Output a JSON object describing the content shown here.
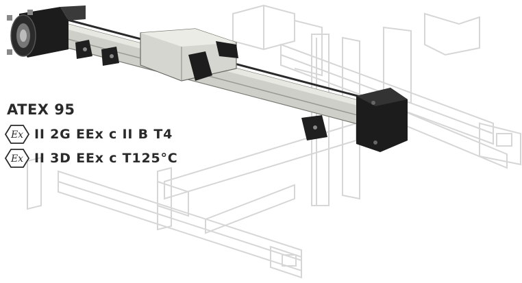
{
  "labels": {
    "heading": "ATEX 95",
    "cert_lines": [
      {
        "mark": "Ex",
        "text": "II 2G EEx c II B T4"
      },
      {
        "mark": "Ex",
        "text": "II 3D EEx c T125°C"
      }
    ]
  },
  "icons": {
    "ex_mark": "ex-hexagon-icon",
    "actuator": "linear-actuator-illustration",
    "gantry": "gantry-frame-illustration"
  },
  "colors": {
    "text": "#2a2a2a",
    "rail": "#c8c8c2",
    "rail_dark": "#8c8c86",
    "end_cap": "#1a1a1a",
    "frame_ghost": "#d9d9d9"
  }
}
